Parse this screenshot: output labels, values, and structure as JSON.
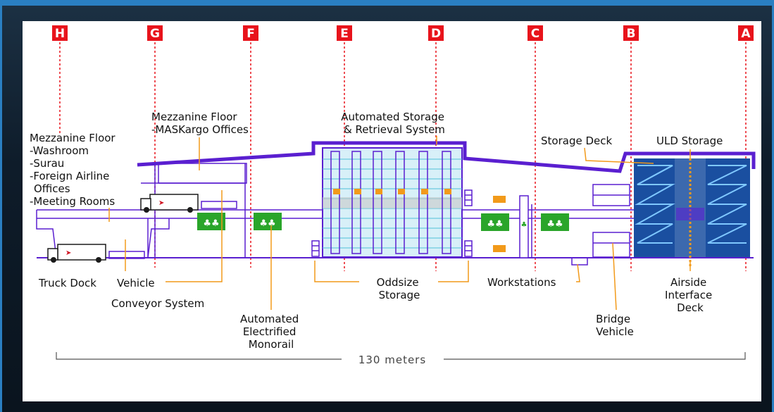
{
  "grid_markers": [
    "H",
    "G",
    "F",
    "E",
    "D",
    "C",
    "B",
    "A"
  ],
  "labels": {
    "mezz_left": [
      "Mezzanine Floor",
      "-Washroom",
      "-Surau",
      "-Foreign Airline",
      " Offices",
      "-Meeting Rooms"
    ],
    "mezz_mas": [
      "Mezzanine Floor",
      "-MASKargo Offices"
    ],
    "asrs": [
      "Automated Storage",
      "& Retrieval System"
    ],
    "storage_deck": "Storage Deck",
    "uld_storage": "ULD Storage",
    "truck_dock": "Truck Dock",
    "vehicle": "Vehicle",
    "conveyor": "Conveyor System",
    "monorail": [
      "Automated",
      "Electrified",
      "Monorail"
    ],
    "oddsize": [
      "Oddsize",
      "Storage"
    ],
    "workstations": "Workstations",
    "bridge_vehicle": [
      "Bridge",
      "Vehicle"
    ],
    "airside": [
      "Airside",
      "Interface",
      "Deck"
    ],
    "scale": "130 meters"
  },
  "colors": {
    "marker": "#e8131b",
    "structure": "#5a1fd0",
    "label_line": "#f29a1a",
    "green_box": "#2aa52a",
    "rack_fill": "#d8f0f8",
    "rack_line": "#4fc0d8"
  }
}
